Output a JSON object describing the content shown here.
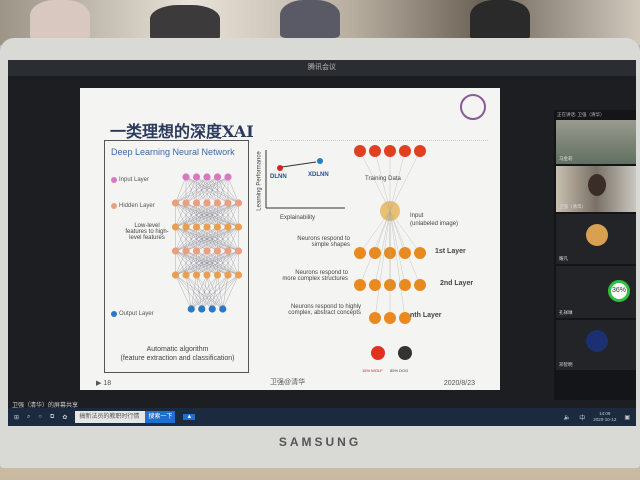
{
  "window": {
    "title": "腾讯会议"
  },
  "slide": {
    "title": "一类理想的深度XAI",
    "dl_box": {
      "title": "Deep Learning Neural Network",
      "input_layer": "Input Layer",
      "hidden_layer": "Hidden Layer",
      "features_note": "Low-level features to high-level features",
      "output_layer": "Output Layer",
      "caption_line1": "Automatic algorithm",
      "caption_line2": "(feature extraction and classification)"
    },
    "mini_chart": {
      "ylabel": "Learning Performance",
      "xlabel": "Explainability",
      "point_a": "DLNN",
      "point_b": "XDLNN"
    },
    "layers": {
      "training": "Training Data",
      "input": "Input",
      "input_sub": "(unlabeled image)",
      "l1_desc": "Neurons respond to simple shapes",
      "l1": "1st Layer",
      "l2_desc": "Neurons respond to more complex structures",
      "l2": "2nd Layer",
      "ln_desc": "Neurons respond to highly complex, abstract concepts",
      "ln": "nth Layer",
      "out1": "15% WOLF",
      "out2": "85% DOG"
    },
    "page_number": "18",
    "author": "卫强@清华",
    "date": "2020/8/23"
  },
  "panel": {
    "header": "正在讲话: 卫强（清华）",
    "participants": [
      {
        "name": "马金莉"
      },
      {
        "name": "卫强（清华）"
      },
      {
        "name": "耀凡"
      },
      {
        "name": "孔祥琳",
        "progress": "36%"
      },
      {
        "name": "邓智明"
      }
    ]
  },
  "status": {
    "sharing": "卫强（清华）的屏幕共享"
  },
  "taskbar": {
    "search_text": "搞新法员的教职时行情",
    "search_button": "搜索一下",
    "time": "14:09",
    "date": "2020-10-12",
    "ime": "中"
  },
  "laptop": {
    "brand": "SAMSUNG"
  }
}
